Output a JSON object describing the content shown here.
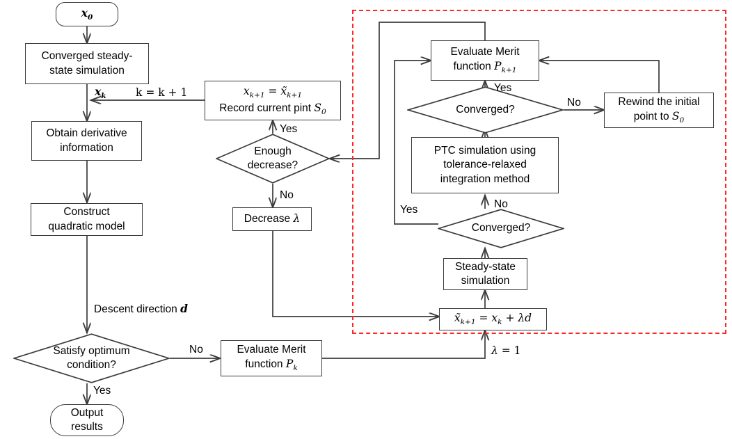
{
  "diagram": {
    "title": "Optimization algorithm flowchart with PTC-assisted line search",
    "colors": {
      "stroke": "#3b3b3b",
      "text": "#000000",
      "highlight_region": "#fb2a2a",
      "background": "#ffffff"
    },
    "nodes": [
      {
        "id": "start",
        "shape": "rounded",
        "label": "x0",
        "label_kind": "math"
      },
      {
        "id": "converged-ss",
        "shape": "box",
        "label": "Converged steady-state simulation"
      },
      {
        "id": "derivative",
        "shape": "box",
        "label": "Obtain derivative information"
      },
      {
        "id": "quadratic",
        "shape": "box",
        "label": "Construct quadratic model"
      },
      {
        "id": "optimum-check",
        "shape": "diamond",
        "label": "Satisfy optimum condition?"
      },
      {
        "id": "output",
        "shape": "pill",
        "label": "Output results"
      },
      {
        "id": "merit-pk",
        "shape": "box",
        "label": "Evaluate Merit function Pk",
        "label_kind": "math"
      },
      {
        "id": "update-x",
        "shape": "box",
        "label": "xk+1 = x̃k+1 / Record current pint S0",
        "label_kind": "math"
      },
      {
        "id": "enough-decrease",
        "shape": "diamond",
        "label": "Enough decrease?"
      },
      {
        "id": "decrease-lambda",
        "shape": "box",
        "label": "Decrease λ",
        "label_kind": "math"
      },
      {
        "id": "merit-pk1",
        "shape": "box",
        "label": "Evaluate Merit function Pk+1",
        "label_kind": "math"
      },
      {
        "id": "converged-top",
        "shape": "diamond",
        "label": "Converged?"
      },
      {
        "id": "rewind",
        "shape": "box",
        "label": "Rewind the initial point to S0",
        "label_kind": "math"
      },
      {
        "id": "ptc",
        "shape": "box",
        "label": "PTC simulation using tolerance-relaxed integration method"
      },
      {
        "id": "converged-bottom",
        "shape": "diamond",
        "label": "Converged?"
      },
      {
        "id": "steady-state",
        "shape": "box",
        "label": "Steady-state simulation"
      },
      {
        "id": "trial-step",
        "shape": "box",
        "label": "x̃k+1 = xk + λd",
        "label_kind": "math"
      }
    ],
    "node_text": {
      "start": {
        "var": "x",
        "sub": "0"
      },
      "converged_ss_line1": "Converged steady-",
      "converged_ss_line2": "state simulation",
      "derivative_line1": "Obtain derivative",
      "derivative_line2": "information",
      "quadratic_line1": "Construct",
      "quadratic_line2": "quadratic model",
      "optimum_line1": "Satisfy optimum",
      "optimum_line2": "condition?",
      "output_line1": "Output",
      "output_line2": "results",
      "merit_pk_line1": "Evaluate Merit",
      "merit_pk_line2_prefix": "function ",
      "merit_pk_line2_var": "P",
      "merit_pk_line2_sub": "k",
      "update_x_line1": "x",
      "update_x_line1_sub": "k+1",
      "update_x_line1_eq": " = ",
      "update_x_line1_tilde": "x̃",
      "update_x_line1_tilde_sub": "k+1",
      "update_x_line2": "Record current pint ",
      "update_x_line2_var": "S",
      "update_x_line2_sub": "0",
      "enough_line1": "Enough",
      "enough_line2": "decrease?",
      "decrease_lambda_prefix": "Decrease ",
      "decrease_lambda_var": "λ",
      "merit_pk1_line1": "Evaluate Merit",
      "merit_pk1_line2_prefix": "function ",
      "merit_pk1_line2_var": "P",
      "merit_pk1_line2_sub": "k+1",
      "converged_q": "Converged?",
      "rewind_line1": "Rewind the initial",
      "rewind_line2_prefix": "point to ",
      "rewind_line2_var": "S",
      "rewind_line2_sub": "0",
      "ptc_line1": "PTC simulation using",
      "ptc_line2": "tolerance-relaxed",
      "ptc_line3": "integration method",
      "steady_state_line1": "Steady-state",
      "steady_state_line2": "simulation",
      "trial_tilde": "x̃",
      "trial_tilde_sub": "k+1",
      "trial_eq": " = ",
      "trial_x": "x",
      "trial_x_sub": "k",
      "trial_plus": " + ",
      "trial_lambda_d": "λd"
    },
    "edge_labels": {
      "xk": {
        "var": "x",
        "sub": "k"
      },
      "k_increment": "k = k + 1",
      "descent_prefix": "Descent direction ",
      "descent_var": "d",
      "no_1": "No",
      "yes_1": "Yes",
      "yes_enough": "Yes",
      "no_enough": "No",
      "yes_conv_top": "Yes",
      "no_conv_top": "No",
      "yes_conv_bottom": "Yes",
      "no_conv_bottom": "No",
      "lambda_one": "λ = 1"
    }
  }
}
